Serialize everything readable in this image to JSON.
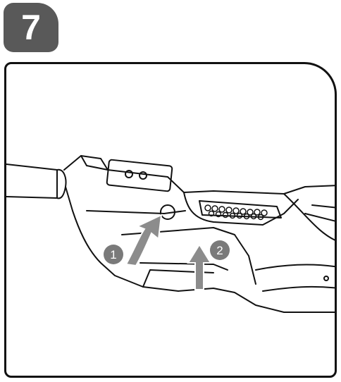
{
  "step": {
    "number": "7"
  },
  "arrows": [
    {
      "label": "1",
      "icon": "curved-up-arrow-icon"
    },
    {
      "label": "2",
      "icon": "straight-up-arrow-icon"
    }
  ],
  "colors": {
    "badge": "#595959",
    "arrow": "#8c8c8c",
    "outline": "#111111"
  }
}
